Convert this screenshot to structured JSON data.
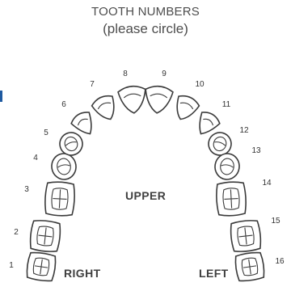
{
  "header": {
    "title": "TOOTH NUMBERS",
    "subtitle": "(please circle)"
  },
  "diagram": {
    "arch_label": "UPPER",
    "right_label": "RIGHT",
    "left_label": "LEFT",
    "teeth": [
      {
        "number": "1",
        "type": "molar"
      },
      {
        "number": "2",
        "type": "molar"
      },
      {
        "number": "3",
        "type": "molar"
      },
      {
        "number": "4",
        "type": "premolar"
      },
      {
        "number": "5",
        "type": "premolar"
      },
      {
        "number": "6",
        "type": "canine"
      },
      {
        "number": "7",
        "type": "incisor"
      },
      {
        "number": "8",
        "type": "incisor"
      },
      {
        "number": "9",
        "type": "incisor"
      },
      {
        "number": "10",
        "type": "incisor"
      },
      {
        "number": "11",
        "type": "canine"
      },
      {
        "number": "12",
        "type": "premolar"
      },
      {
        "number": "13",
        "type": "premolar"
      },
      {
        "number": "14",
        "type": "molar"
      },
      {
        "number": "15",
        "type": "molar"
      },
      {
        "number": "16",
        "type": "molar"
      }
    ]
  },
  "colors": {
    "outline": "#3a3a3a",
    "text": "#4d4d4d",
    "accent": "#1f5aa0"
  }
}
